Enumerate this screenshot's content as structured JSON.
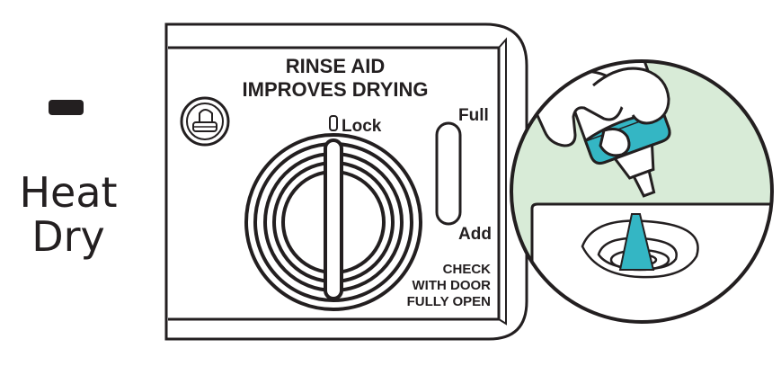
{
  "control_panel": {
    "indicator_label_line1": "Heat",
    "indicator_label_line2": "Dry"
  },
  "dispenser": {
    "title_line1": "RINSE AID",
    "title_line2": "IMPROVES DRYING",
    "lock_label": "Lock",
    "full_label": "Full",
    "add_label": "Add",
    "note_line1": "CHECK",
    "note_line2": "WITH DOOR",
    "note_line3": "FULLY OPEN"
  },
  "colors": {
    "outline": "#231f20",
    "background_circle": "#d8ebd7",
    "rinse_aid_liquid": "#34b6c4"
  }
}
